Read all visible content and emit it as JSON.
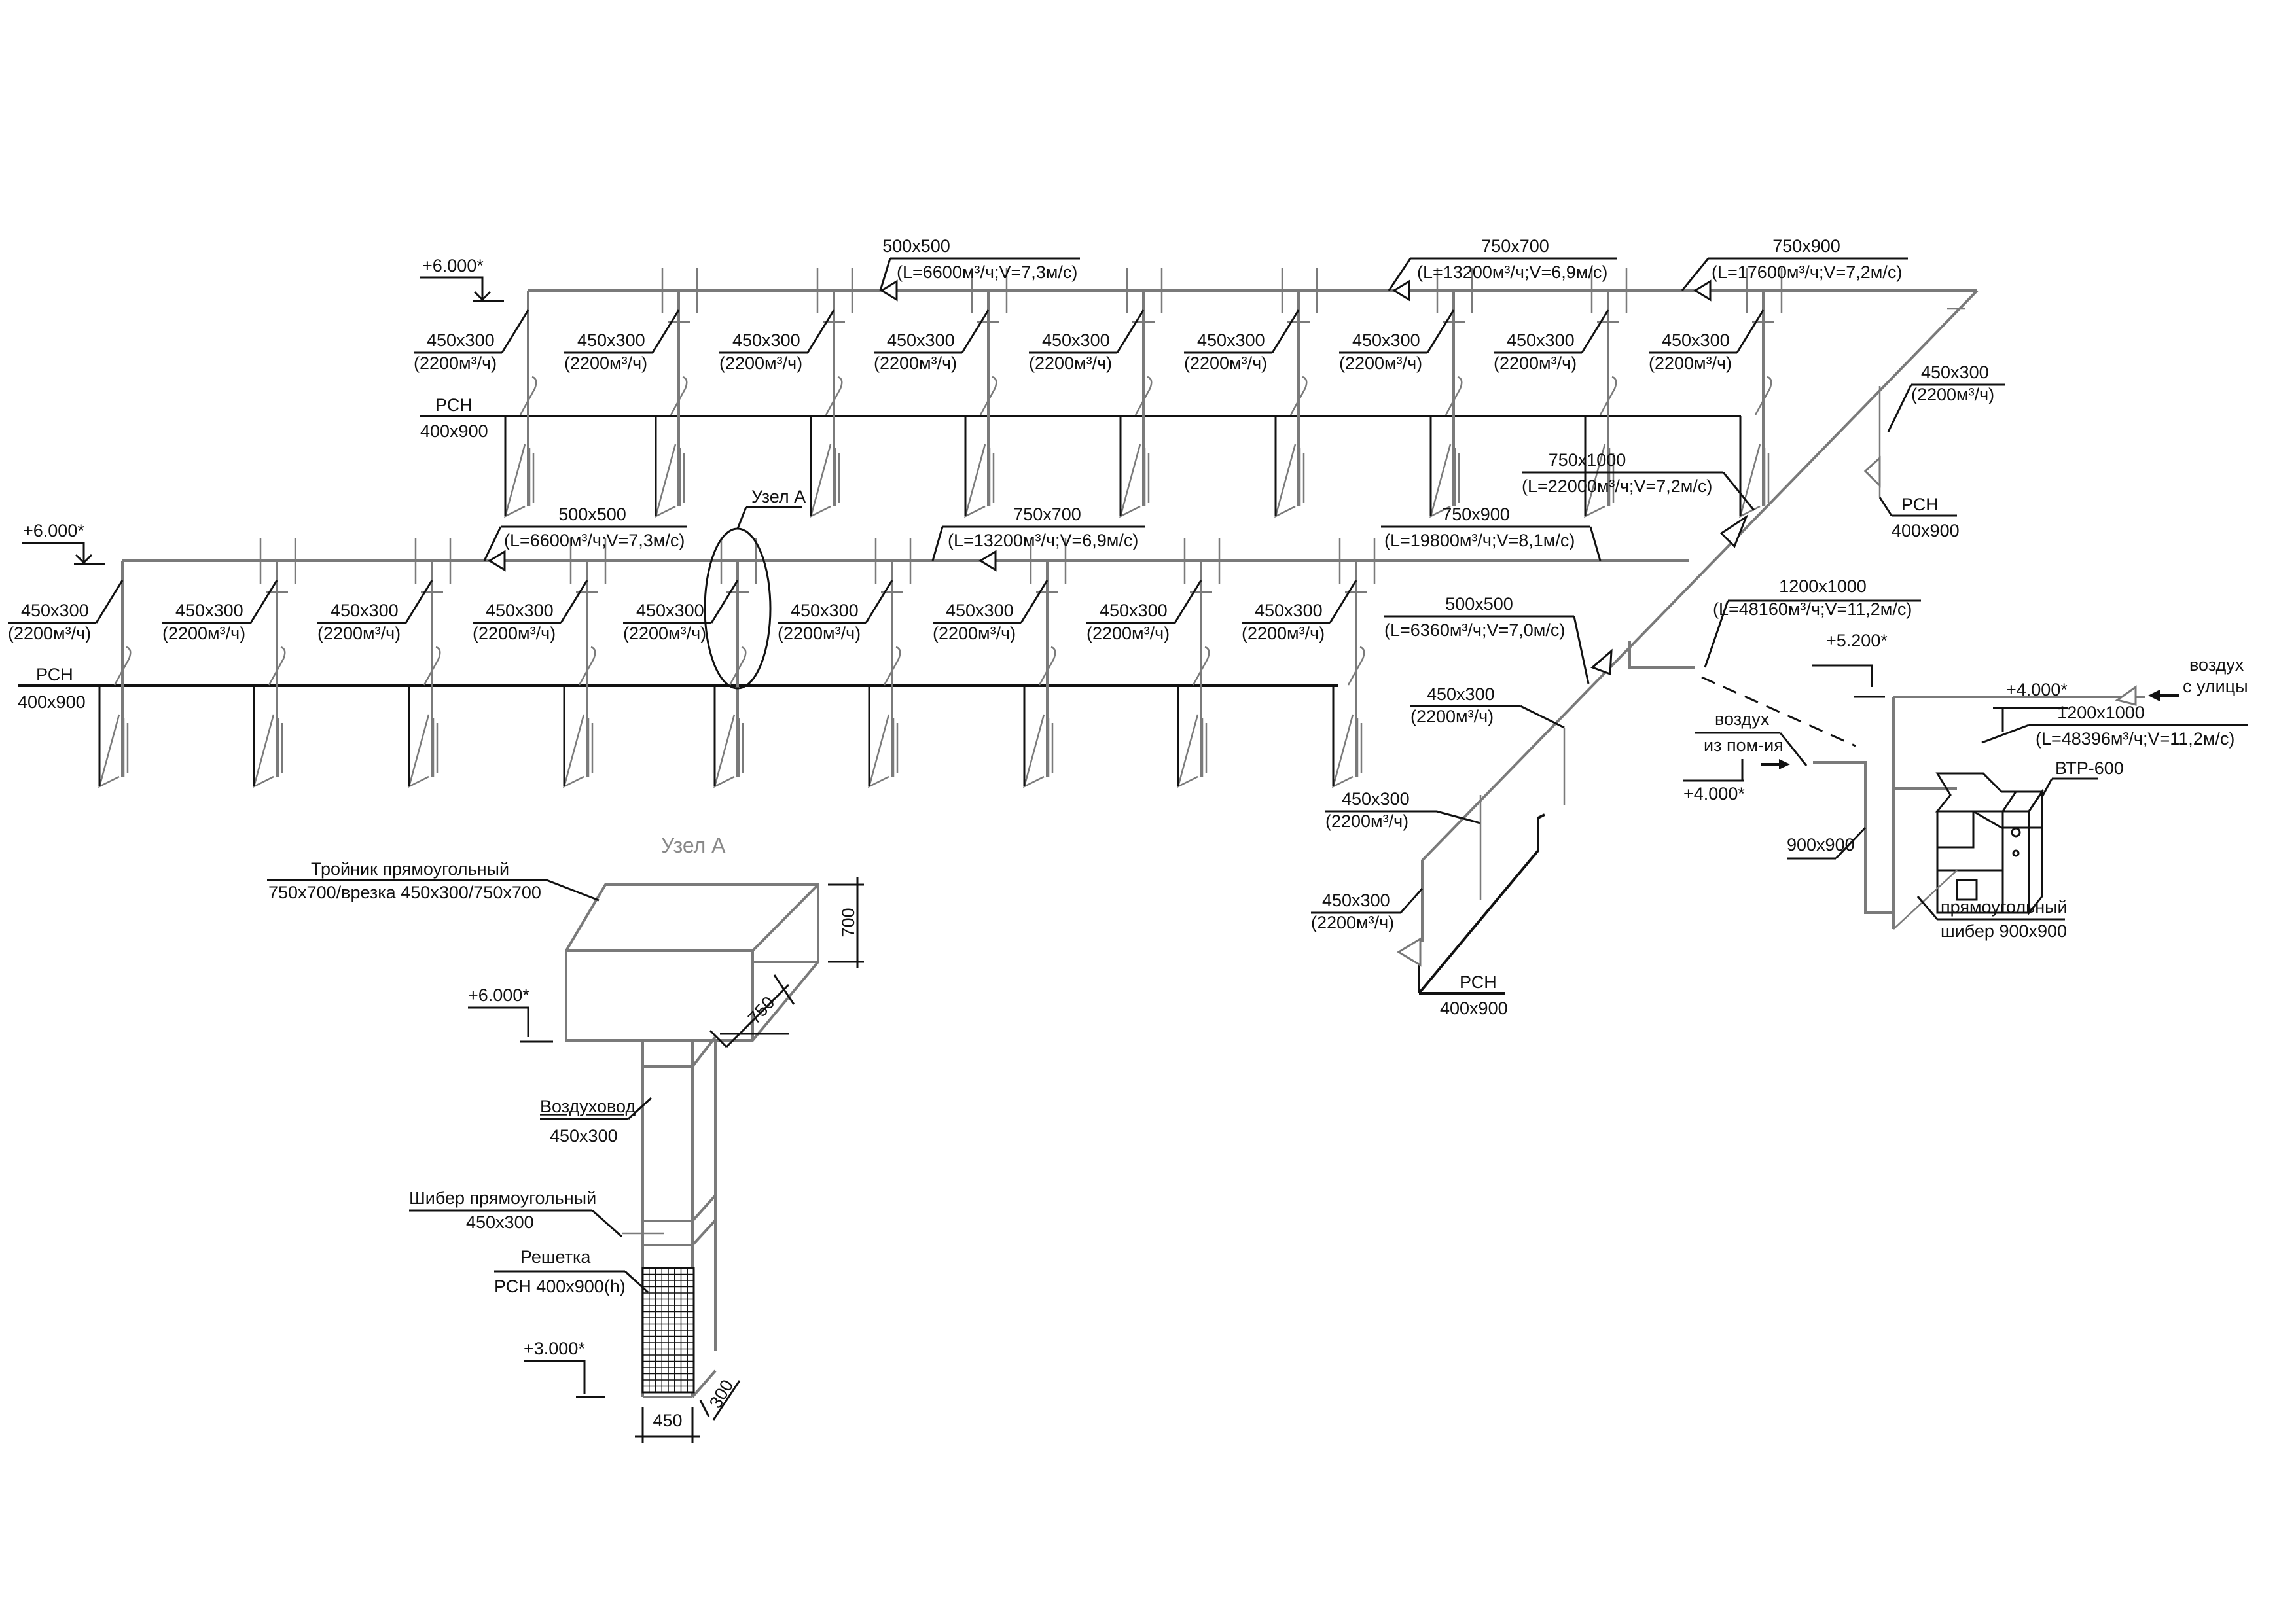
{
  "drawing": {
    "elevation_top": "+6.000*",
    "elevation_mid": "+6.000*",
    "branch_size": "450x300",
    "branch_flow": "(2200м³/ч)",
    "grille_type": "РСН",
    "grille_size": "400x900",
    "top_row": {
      "seg1_size": "500x500",
      "seg1_flow": "(L=6600м³/ч;V=7,3м/с)",
      "seg2_size": "750x700",
      "seg2_flow": "(L=13200м³/ч;V=6,9м/с)",
      "seg3_size": "750x900",
      "seg3_flow": "(L=17600м³/ч;V=7,2м/с)"
    },
    "mid_row": {
      "seg1_size": "500x500",
      "seg1_flow": "(L=6600м³/ч;V=7,3м/с)",
      "seg2_size": "750x700",
      "seg2_flow": "(L=13200м³/ч;V=6,9м/с)",
      "seg3_size": "750x900",
      "seg3_flow": "(L=19800м³/ч;V=8,1м/с)",
      "node_label": "Узел А"
    },
    "riser": {
      "seg_size": "750x1000",
      "seg_flow": "(L=22000м³/ч;V=7,2м/с)",
      "lower_size": "500x500",
      "lower_flow": "(L=6360м³/ч;V=7,0м/с)",
      "main_size": "1200x1000",
      "main_flow": "(L=48160м³/ч;V=11,2м/с)"
    },
    "ahu": {
      "elev_520": "+5.200*",
      "elev_400a": "+4.000*",
      "elev_400b": "+4.000*",
      "outdoor_air_1": "воздух",
      "outdoor_air_2": "с улицы",
      "room_air_1": "воздух",
      "room_air_2": "из пом-ия",
      "duct_900": "900x900",
      "supply_size": "1200x1000",
      "supply_flow": "(L=48396м³/ч;V=11,2м/с)",
      "unit": "ВТР-600",
      "damper_1": "прямоугольный",
      "damper_2": "шибер 900x900"
    },
    "detail": {
      "title": "Узел А",
      "tee_1": "Тройник прямоугольный",
      "tee_2": "750x700/врезка 450x300/750x700",
      "dim_700": "700",
      "dim_750": "750",
      "elev_6": "+6.000*",
      "duct_1": "Воздуховод",
      "duct_2": "450x300",
      "damper_1": "Шибер прямоугольный",
      "damper_2": "450x300",
      "grille_1": "Решетка",
      "grille_2": "РСН 400x900(h)",
      "elev_3": "+3.000*",
      "dim_450": "450",
      "dim_300": "300"
    }
  }
}
